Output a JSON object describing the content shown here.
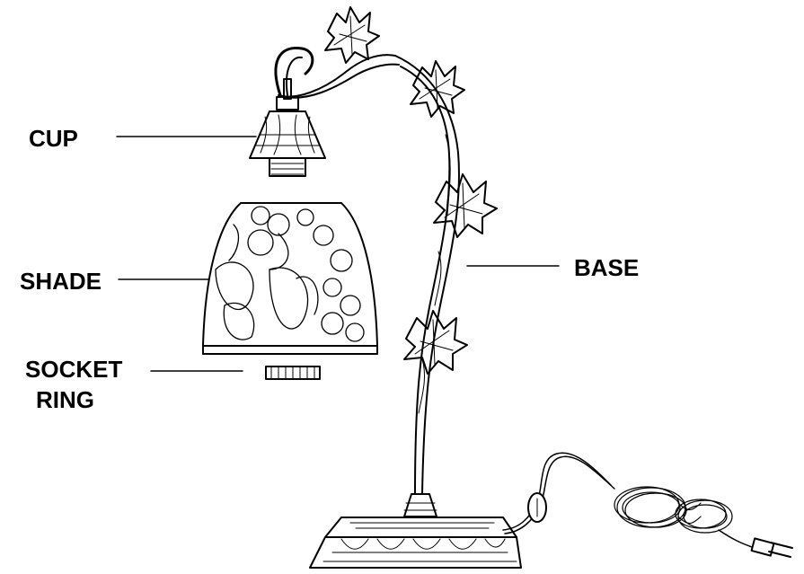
{
  "diagram": {
    "labels": {
      "cup": "CUP",
      "shade": "SHADE",
      "socket_ring_line1": "SOCKET",
      "socket_ring_line2": "RING",
      "base": "BASE"
    },
    "colors": {
      "ink": "#000000",
      "paper": "#ffffff"
    }
  }
}
